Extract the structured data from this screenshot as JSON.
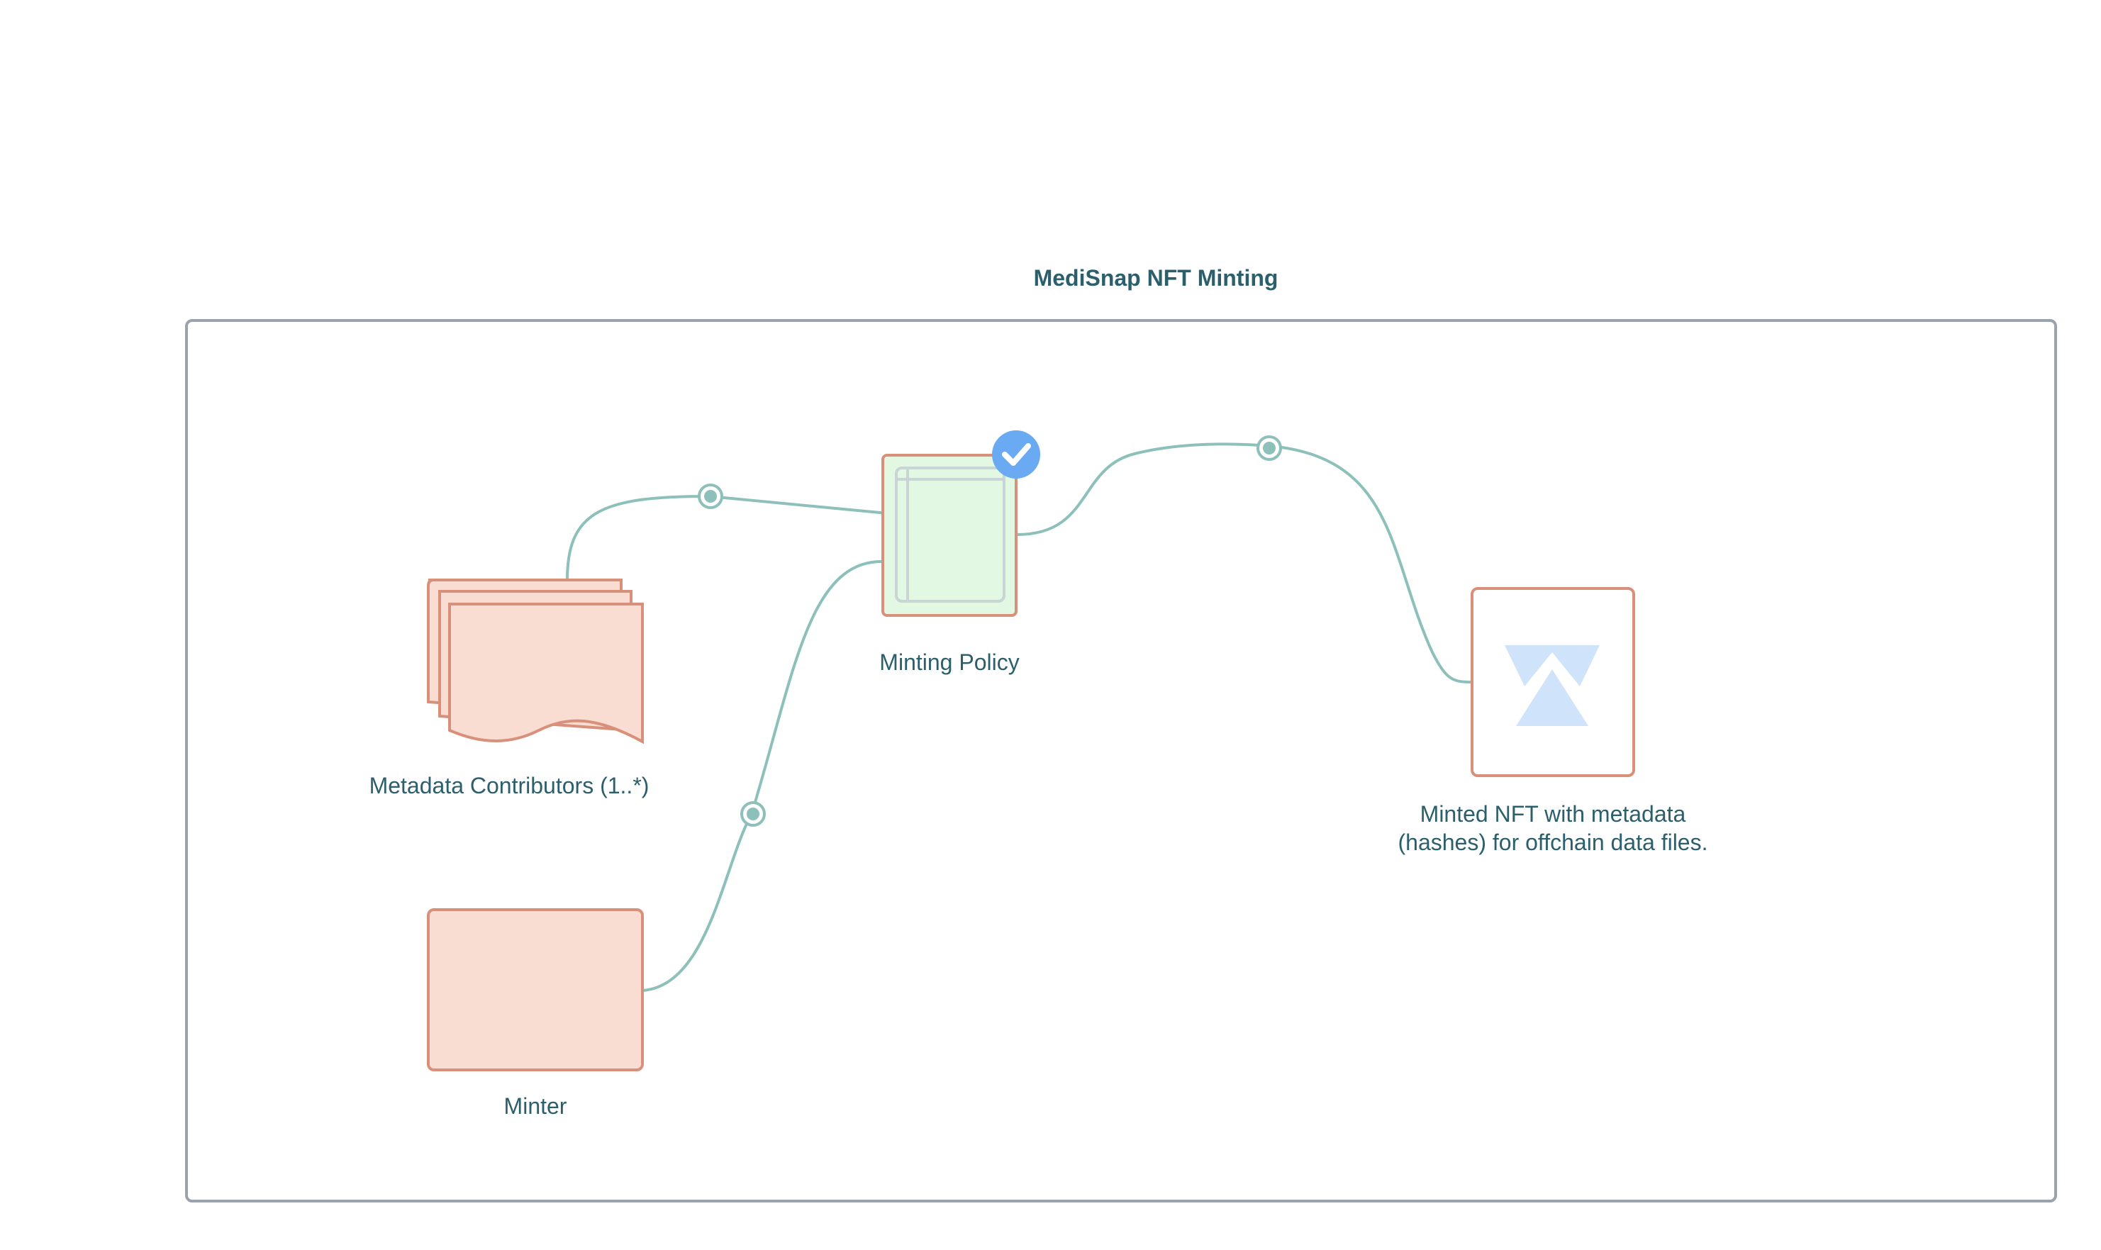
{
  "diagram": {
    "title": "MediSnap NFT Minting",
    "nodes": {
      "metadata_contributors": {
        "label": "Metadata Contributors (1..*)",
        "shape": "multi-document"
      },
      "minter": {
        "label": "Minter",
        "shape": "rectangle"
      },
      "minting_policy": {
        "label": "Minting Policy",
        "shape": "script-window",
        "badge": "checkmark-badge"
      },
      "minted_nft": {
        "label": "Minted NFT with metadata (hashes) for offchain data files.",
        "shape": "token-logo"
      }
    },
    "edges": [
      {
        "from": "metadata_contributors",
        "to": "minting_policy"
      },
      {
        "from": "minter",
        "to": "minting_policy"
      },
      {
        "from": "minting_policy",
        "to": "minted_nft"
      }
    ]
  },
  "colors": {
    "text": "#2b5f6b",
    "frame": "#9aa3ad",
    "edge": "#8dc0bb",
    "edge_dot": "#8dc0bb",
    "node_fill": "#f9ddd3",
    "node_stroke": "#d8907a",
    "policy_fill": "#e3f8e3",
    "policy_inner": "#c9d4d4",
    "badge": "#6aaaf2",
    "logo": "#cfe3fb"
  }
}
